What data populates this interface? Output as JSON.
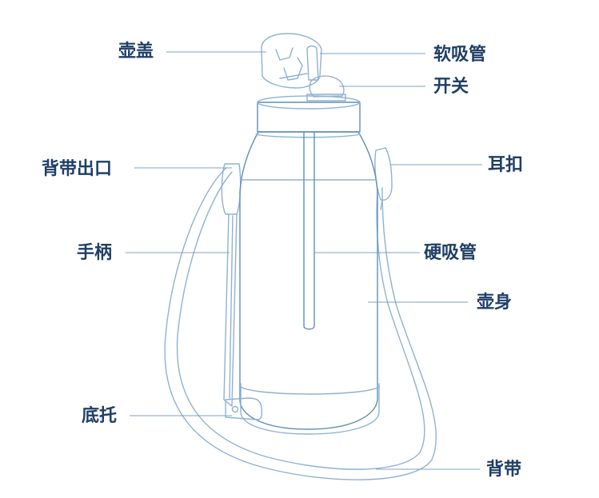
{
  "colors": {
    "label_text": "#1e3f66",
    "outline": "#8fb2d2",
    "outline_dark": "#5f8fb8",
    "leader": "#7da3c8",
    "background": "#ffffff"
  },
  "labels": {
    "lid": "壶盖",
    "soft_straw": "软吸管",
    "switch": "开关",
    "strap_outlet": "背带出口",
    "ear_buckle": "耳扣",
    "handle": "手柄",
    "hard_straw": "硬吸管",
    "body": "壶身",
    "base": "底托",
    "strap": "背带"
  }
}
